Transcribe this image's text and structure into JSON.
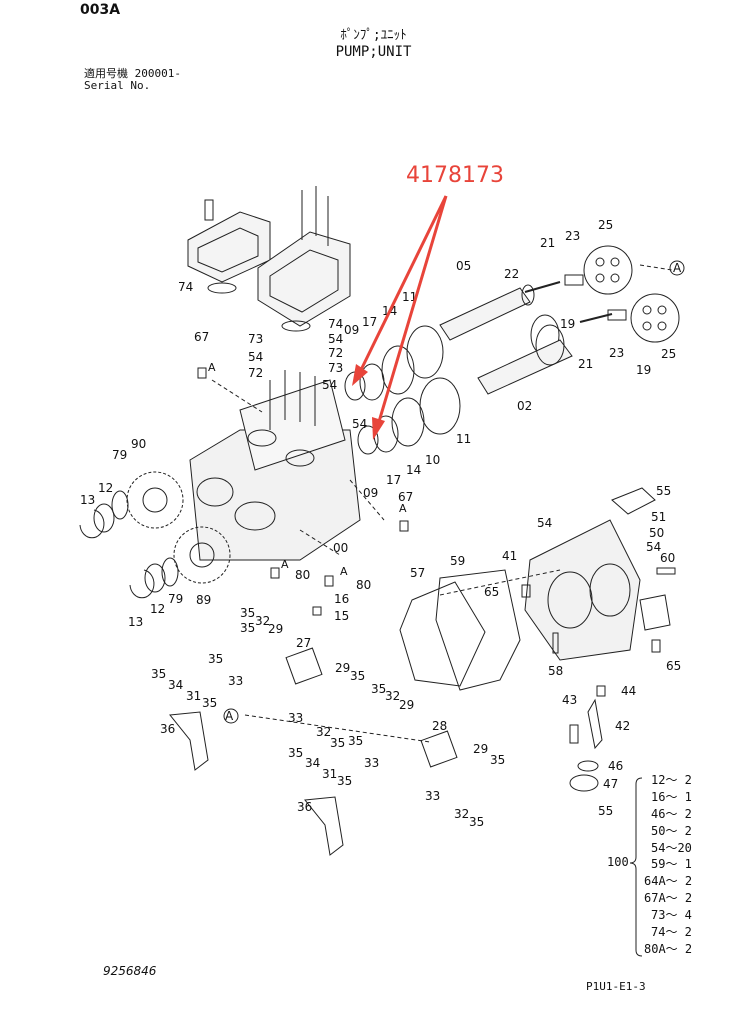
{
  "header": {
    "code": "003A",
    "title_jp": "ﾎﾟﾝﾌﾟ;ﾕﾆｯﾄ",
    "title_en": "PUMP;UNIT",
    "serial_jp": "適用号機  200001-",
    "serial_en": "Serial No."
  },
  "annotation": {
    "part_number": "4178173",
    "color": "#e8443a"
  },
  "callouts": [
    {
      "id": "c74a",
      "text": "74"
    },
    {
      "id": "c74b",
      "text": "74"
    },
    {
      "id": "c67a",
      "text": "67"
    },
    {
      "id": "c73a",
      "text": "73"
    },
    {
      "id": "c54a",
      "text": "54"
    },
    {
      "id": "c72a",
      "text": "72"
    },
    {
      "id": "c54b",
      "text": "54"
    },
    {
      "id": "c72b",
      "text": "72"
    },
    {
      "id": "c73b",
      "text": "73"
    },
    {
      "id": "c54c",
      "text": "54"
    },
    {
      "id": "c09a",
      "text": "09"
    },
    {
      "id": "c17a",
      "text": "17"
    },
    {
      "id": "c14a",
      "text": "14"
    },
    {
      "id": "c11a",
      "text": "11"
    },
    {
      "id": "c05",
      "text": "05"
    },
    {
      "id": "c22",
      "text": "22"
    },
    {
      "id": "c21a",
      "text": "21"
    },
    {
      "id": "c23a",
      "text": "23"
    },
    {
      "id": "c25a",
      "text": "25"
    },
    {
      "id": "cAa",
      "text": "A"
    },
    {
      "id": "c19a",
      "text": "19"
    },
    {
      "id": "c21b",
      "text": "21"
    },
    {
      "id": "c23b",
      "text": "23"
    },
    {
      "id": "c19b",
      "text": "19"
    },
    {
      "id": "c25b",
      "text": "25"
    },
    {
      "id": "c02",
      "text": "02"
    },
    {
      "id": "c11b",
      "text": "11"
    },
    {
      "id": "c10",
      "text": "10"
    },
    {
      "id": "c14b",
      "text": "14"
    },
    {
      "id": "c17b",
      "text": "17"
    },
    {
      "id": "c09b",
      "text": "09"
    },
    {
      "id": "c54d",
      "text": "54"
    },
    {
      "id": "c67b",
      "text": "67"
    },
    {
      "id": "c90",
      "text": "90"
    },
    {
      "id": "c79a",
      "text": "79"
    },
    {
      "id": "c12a",
      "text": "12"
    },
    {
      "id": "c13a",
      "text": "13"
    },
    {
      "id": "c00",
      "text": "00"
    },
    {
      "id": "c80a",
      "text": "80"
    },
    {
      "id": "c80b",
      "text": "80"
    },
    {
      "id": "c16",
      "text": "16"
    },
    {
      "id": "c15",
      "text": "15"
    },
    {
      "id": "c13b",
      "text": "13"
    },
    {
      "id": "c12b",
      "text": "12"
    },
    {
      "id": "c79b",
      "text": "79"
    },
    {
      "id": "c89",
      "text": "89"
    },
    {
      "id": "c57",
      "text": "57"
    },
    {
      "id": "c59",
      "text": "59"
    },
    {
      "id": "c55a",
      "text": "55"
    },
    {
      "id": "c51",
      "text": "51"
    },
    {
      "id": "c50",
      "text": "50"
    },
    {
      "id": "c54e",
      "text": "54"
    },
    {
      "id": "c54f",
      "text": "54"
    },
    {
      "id": "c41",
      "text": "41"
    },
    {
      "id": "c60",
      "text": "60"
    },
    {
      "id": "c65a",
      "text": "65"
    },
    {
      "id": "c58",
      "text": "58"
    },
    {
      "id": "c65b",
      "text": "65"
    },
    {
      "id": "c44",
      "text": "44"
    },
    {
      "id": "c43",
      "text": "43"
    },
    {
      "id": "c42",
      "text": "42"
    },
    {
      "id": "c46",
      "text": "46"
    },
    {
      "id": "c47",
      "text": "47"
    },
    {
      "id": "c55b",
      "text": "55"
    },
    {
      "id": "c35a",
      "text": "35"
    },
    {
      "id": "c32a",
      "text": "32"
    },
    {
      "id": "c29a",
      "text": "29"
    },
    {
      "id": "c27",
      "text": "27"
    },
    {
      "id": "c35b",
      "text": "35"
    },
    {
      "id": "c35c",
      "text": "35"
    },
    {
      "id": "c33a",
      "text": "33"
    },
    {
      "id": "c29b",
      "text": "29"
    },
    {
      "id": "c35d",
      "text": "35"
    },
    {
      "id": "c35e",
      "text": "35"
    },
    {
      "id": "c34a",
      "text": "34"
    },
    {
      "id": "c31a",
      "text": "31"
    },
    {
      "id": "c35f",
      "text": "35"
    },
    {
      "id": "c36a",
      "text": "36"
    },
    {
      "id": "cAb",
      "text": "A"
    },
    {
      "id": "c33b",
      "text": "33"
    },
    {
      "id": "c32b",
      "text": "32"
    },
    {
      "id": "c35g",
      "text": "35"
    },
    {
      "id": "c35h",
      "text": "35"
    },
    {
      "id": "c32c",
      "text": "32"
    },
    {
      "id": "c29c",
      "text": "29"
    },
    {
      "id": "c35i",
      "text": "35"
    },
    {
      "id": "c33c",
      "text": "33"
    },
    {
      "id": "c28",
      "text": "28"
    },
    {
      "id": "c29d",
      "text": "29"
    },
    {
      "id": "c35j",
      "text": "35"
    },
    {
      "id": "c35k",
      "text": "35"
    },
    {
      "id": "c34b",
      "text": "34"
    },
    {
      "id": "c31b",
      "text": "31"
    },
    {
      "id": "c35l",
      "text": "35"
    },
    {
      "id": "c36b",
      "text": "36"
    },
    {
      "id": "c33d",
      "text": "33"
    },
    {
      "id": "c32d",
      "text": "32"
    },
    {
      "id": "c35m",
      "text": "35"
    },
    {
      "id": "cAc",
      "text": "A"
    },
    {
      "id": "cAd",
      "text": "A"
    },
    {
      "id": "cAe",
      "text": "A"
    },
    {
      "id": "cAf",
      "text": "A"
    }
  ],
  "bom": {
    "label": "100",
    "rows": [
      "12～ 2",
      "16～ 1",
      "46～ 2",
      "50～ 2",
      "54～20",
      "59～ 1",
      "64A～ 2",
      "67A～ 2",
      "73～ 4",
      "74～ 2",
      "80A～ 2"
    ]
  },
  "footer": {
    "drawing_no": "9256846",
    "sheet": "P1U1-E1-3"
  }
}
